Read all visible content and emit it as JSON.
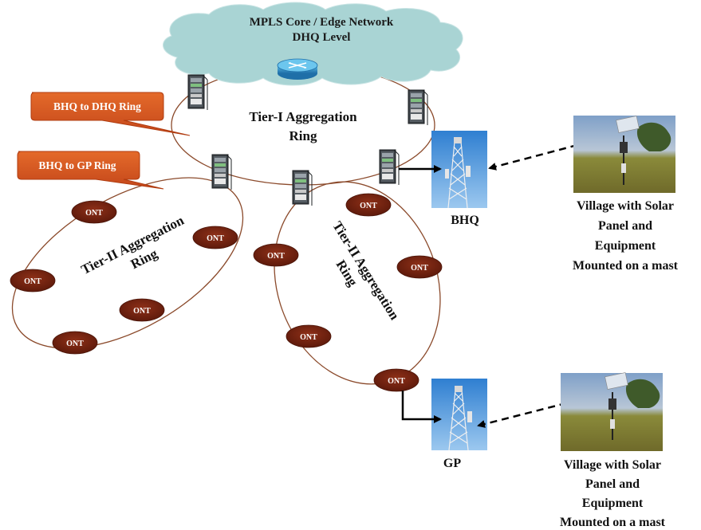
{
  "cloud": {
    "line1": "MPLS Core / Edge Network",
    "line2": "DHQ Level"
  },
  "tier1": {
    "line1": "Tier-I Aggregation",
    "line2": "Ring"
  },
  "tier2_left": {
    "line1": "Tier-II Aggregation",
    "line2": "Ring"
  },
  "tier2_right": {
    "line1": "Tier-II Aggregation",
    "line2": "Ring"
  },
  "callouts": {
    "bhq_dhq": "BHQ to DHQ Ring",
    "bhq_gp": "BHQ to GP Ring"
  },
  "ont_label": "ONT",
  "sites": {
    "bhq": "BHQ",
    "gp": "GP"
  },
  "village_top": {
    "line1": "Village with Solar",
    "line2": "Panel and",
    "line3": "Equipment",
    "line4": "Mounted on a mast"
  },
  "village_bottom": {
    "line1": "Village with Solar",
    "line2": "Panel and",
    "line3": "Equipment",
    "line4": "Mounted on a mast"
  },
  "colors": {
    "cloud_fill": "#a9d4d4",
    "ring_line": "#8b4a2b",
    "ont_fill": "#7a2412",
    "callout_fill": "#d4561a",
    "sky": "#3e8ed8"
  }
}
